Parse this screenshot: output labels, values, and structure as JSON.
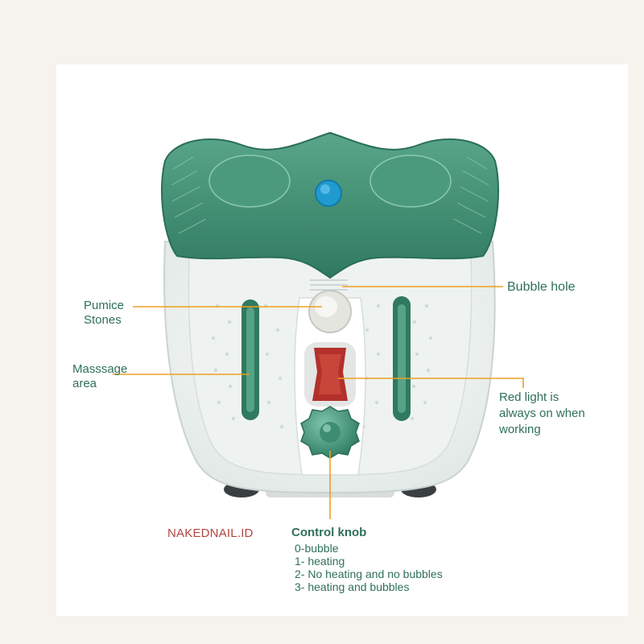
{
  "labels": {
    "pumice_stones": "Pumice\nStones",
    "massage_area": "Masssage\narea",
    "bubble_hole": "Bubble hole",
    "red_light": "Red light is\nalways on when\nworking"
  },
  "brand": "NAKEDNAIL.ID",
  "control_knob": {
    "title": "Control knob",
    "modes": [
      "0-bubble",
      "1- heating",
      "2- No heating and no bubbles",
      "3- heating and bubbles"
    ]
  },
  "colors": {
    "lid_green": "#3f8a70",
    "leader_orange": "#f0a020",
    "text_green": "#2f6f5c",
    "brand_red": "#b0463f",
    "button_blue": "#1f9bd0",
    "red_light": "#b3302b"
  }
}
